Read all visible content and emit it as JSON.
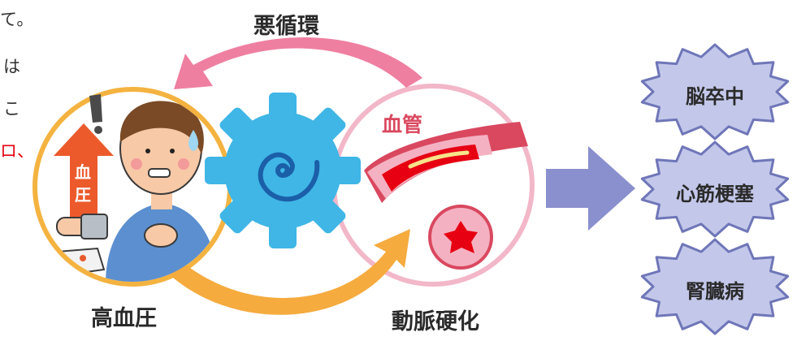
{
  "colors": {
    "pink_arrow": "#ef7fa0",
    "orange_arrow": "#f5ab3e",
    "gear": "#3fb6e6",
    "spiral": "#1b5fa8",
    "left_ring": "#f4b340",
    "right_ring": "#f2b7c8",
    "vessel": "#d9485f",
    "plaque": "#e6001f",
    "purple_arrow": "#8a8fce",
    "burst_fill": "#c3c8ea",
    "burst_stroke": "#6f76b8",
    "red_text": "#e60012"
  },
  "left_text_fragments": [
    "て。",
    "は",
    "こ",
    "ロ、"
  ],
  "labels": {
    "vicious_cycle": "悪循環",
    "blood_vessel": "血管",
    "hypertension": "高血圧",
    "arteriosclerosis": "動脈硬化",
    "bp_arrow": "血圧"
  },
  "outcomes": [
    {
      "label": "脳卒中"
    },
    {
      "label": "心筋梗塞"
    },
    {
      "label": "腎臓病"
    }
  ],
  "icons": {
    "warning": "exclamation-icon",
    "gear": "gear-icon",
    "spiral": "spiral-icon"
  }
}
